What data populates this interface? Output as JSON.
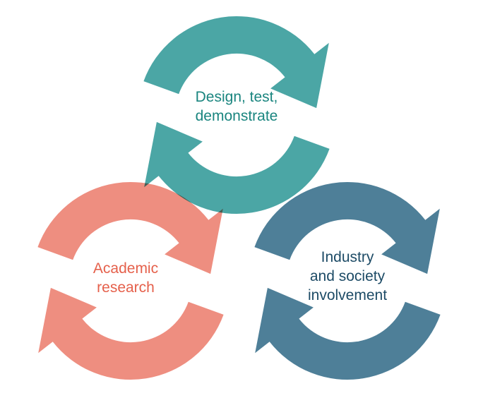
{
  "cycles": [
    {
      "id": "design",
      "color": "#4BA6A5",
      "text_color": "#1A857F",
      "lines": [
        "Design, test,",
        "demonstrate"
      ]
    },
    {
      "id": "academic",
      "color": "#EE8E80",
      "text_color": "#E5604B",
      "lines": [
        "Academic",
        "research"
      ]
    },
    {
      "id": "industry",
      "color": "#4E7F98",
      "text_color": "#1D4B66",
      "lines": [
        "Industry",
        "and society",
        "involvement"
      ]
    }
  ]
}
